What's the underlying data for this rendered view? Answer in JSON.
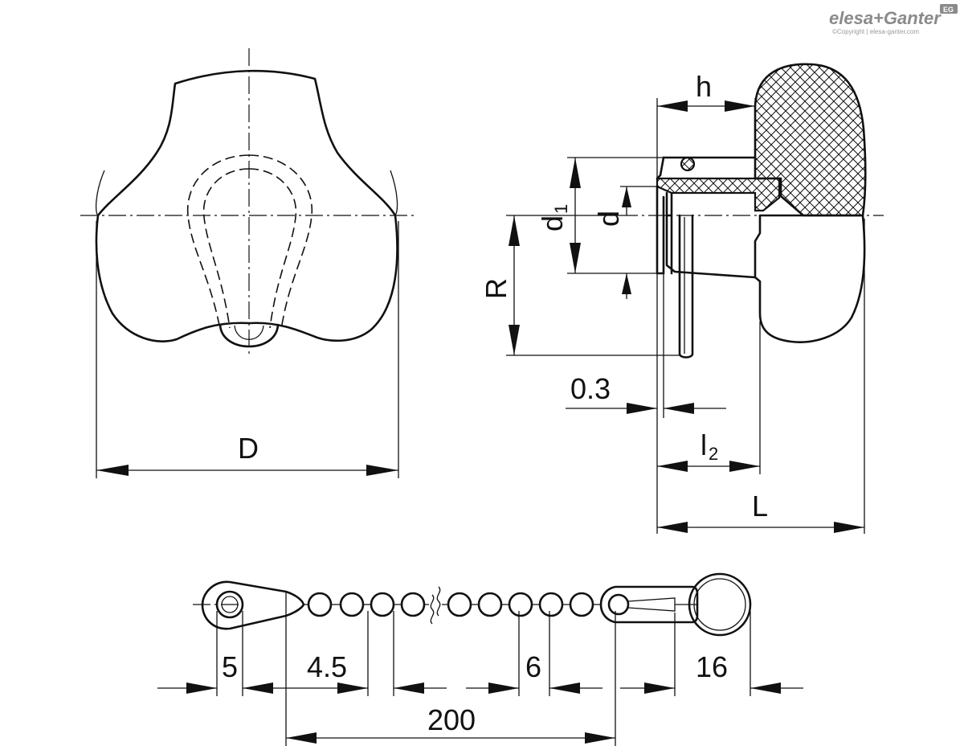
{
  "logo": {
    "brand": "elesa+Ganter",
    "badge": "EG",
    "copyright": "©Copyright | elesa-ganter.com"
  },
  "dimensions": {
    "D": "D",
    "h": "h",
    "d1_main": "d",
    "d1_sub": "1",
    "d": "d",
    "R": "R",
    "gap": "0.3",
    "l2_main": "l",
    "l2_sub": "2",
    "L": "L",
    "chain_5": "5",
    "chain_4_5": "4.5",
    "chain_6": "6",
    "chain_16": "16",
    "chain_200": "200"
  },
  "colors": {
    "line": "#111111",
    "logo": "#8a8a8a"
  }
}
